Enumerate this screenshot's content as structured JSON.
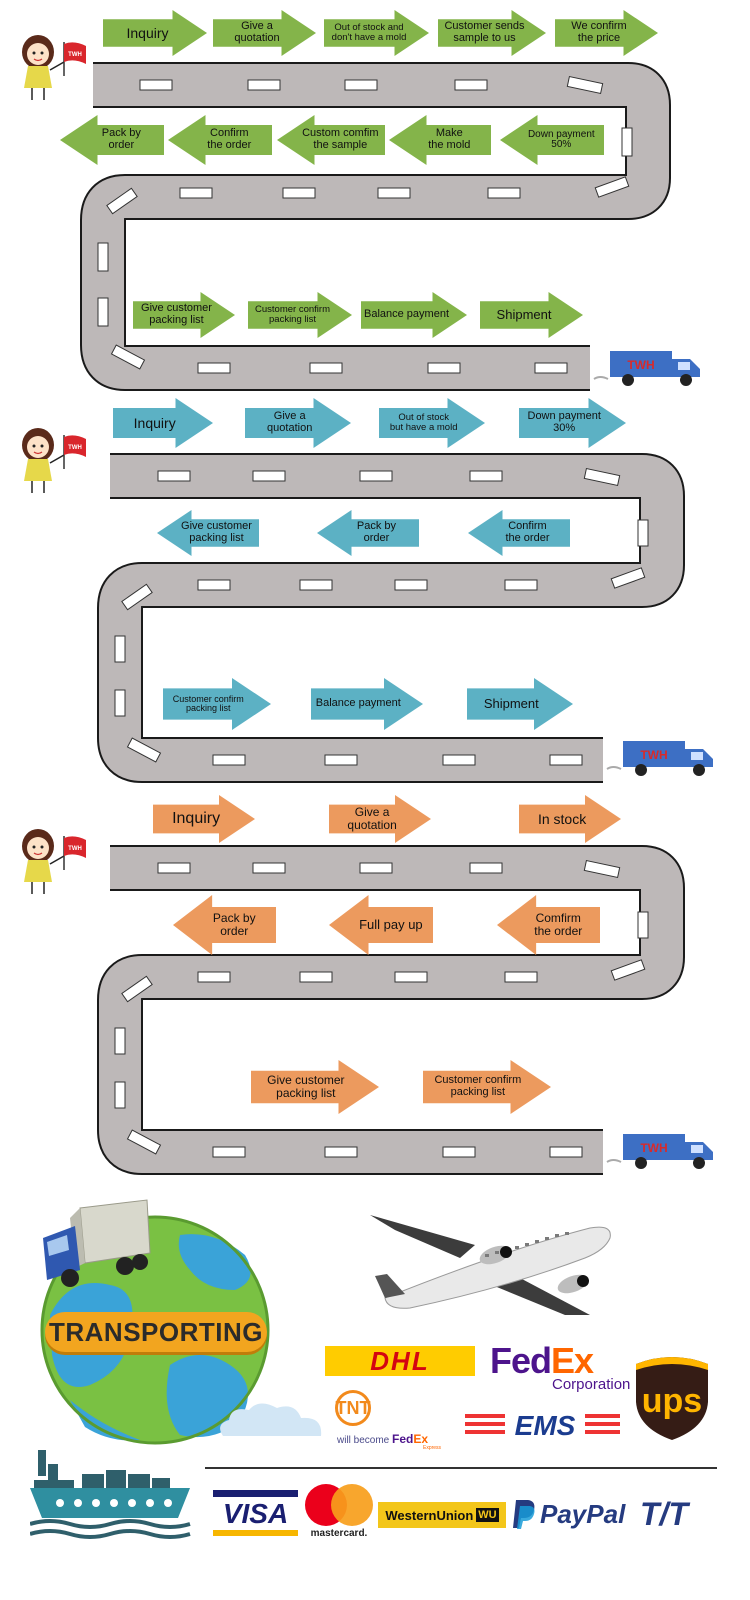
{
  "flows": [
    {
      "color": "#84b44a",
      "truck_label": "TWH",
      "flag_label": "TWH",
      "row1": [
        "Inquiry",
        "Give a\nquotation",
        "Out of stock and\ndon't have a mold",
        "Customer sends\nsample to us",
        "We confirm\nthe price"
      ],
      "row2": [
        "Pack by\norder",
        "Confirm\nthe order",
        "Custom comfim\nthe sample",
        "Make\nthe mold",
        "Down payment\n50%"
      ],
      "row3": [
        "Give customer\npacking list",
        "Customer confirm\npacking list",
        "Balance payment",
        "Shipment"
      ]
    },
    {
      "color": "#5cb1c4",
      "truck_label": "TWH",
      "flag_label": "TWH",
      "row1": [
        "Inquiry",
        "Give a\nquotation",
        "Out of stock\nbut have a mold",
        "Down payment\n30%"
      ],
      "row2": [
        "Give customer\npacking list",
        "Pack by\norder",
        "Confirm\nthe order"
      ],
      "row3": [
        "Customer confirm\npacking list",
        "Balance payment",
        "Shipment"
      ]
    },
    {
      "color": "#ec9a5e",
      "truck_label": "TWH",
      "flag_label": "TWH",
      "row1": [
        "Inquiry",
        "Give a\nquotation",
        "In stock"
      ],
      "row2": [
        "Pack by\norder",
        "Full pay up",
        "Comfirm\nthe order"
      ],
      "row3": [
        "Give customer\npacking list",
        "Customer confirm\npacking list"
      ]
    }
  ],
  "transport": {
    "banner": "TRANSPORTING"
  },
  "couriers": {
    "dhl": "DHL",
    "fedex_fed": "Fed",
    "fedex_ex": "Ex",
    "fedex_corp": "Corporation",
    "tnt": "TNT",
    "tnt_note": "will become",
    "tnt_fedex_fed": "Fed",
    "tnt_fedex_ex": "Ex",
    "tnt_fedex_sub": "Express",
    "ems": "EMS",
    "ups": "ups"
  },
  "payments": {
    "visa": "VISA",
    "mastercard": "mastercard.",
    "western_union": "WesternUnion",
    "wu": "WU",
    "paypal": "PayPal",
    "tt": "T/T"
  },
  "colors": {
    "road": "#bdb8b8",
    "road_edge": "#1a1a1a",
    "truck": "#3d6fc4",
    "truck_text": "#d92a2a",
    "dhl_yellow": "#ffcc00",
    "dhl_red": "#d40511",
    "fedex_purple": "#4d148c",
    "fedex_orange": "#ff6600",
    "tnt_orange": "#f28a1c",
    "ems_blue": "#1b3c8f",
    "ups_brown": "#351c15",
    "ups_gold": "#ffb500",
    "visa_blue": "#1a1f71",
    "visa_gold": "#f7b600",
    "mc_red": "#eb001b",
    "mc_orange": "#f79e1b",
    "paypal_dark": "#253b80",
    "paypal_light": "#179bd7"
  }
}
